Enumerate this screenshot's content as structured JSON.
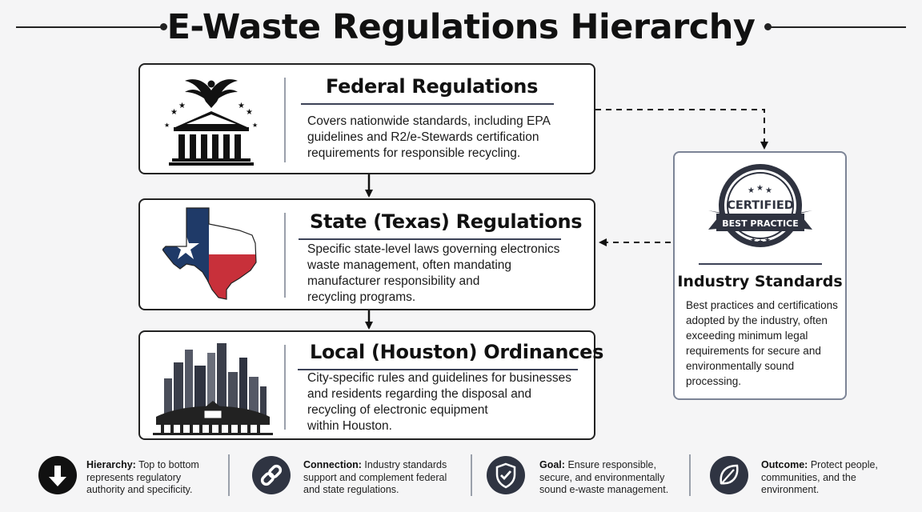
{
  "title": "E-Waste Regulations Hierarchy",
  "federal": {
    "title": "Federal Regulations",
    "lines": [
      "Covers nationwide standards, including EPA",
      "guidelines and R2/e-Stewards certification",
      "requirements for responsible recycling."
    ]
  },
  "state": {
    "title": "State (Texas) Regulations",
    "lines": [
      "Specific state-level laws governing electronics",
      "waste management, often mandating",
      "manufacturer responsibility and",
      "recycling programs."
    ]
  },
  "local": {
    "title": "Local (Houston) Ordinances",
    "lines": [
      "City-specific rules and guidelines for businesses",
      "and residents regarding the disposal and",
      "recycling of electronic equipment",
      "within Houston."
    ]
  },
  "industry": {
    "badge_top": "CERTIFIED",
    "badge_ribbon": "BEST PRACTICE",
    "title": "Industry Standards",
    "lines": [
      "Best practices and certifications",
      "adopted by the industry, often",
      "exceeding minimum legal",
      "requirements for secure and",
      "environmentally sound",
      "processing."
    ]
  },
  "footer": [
    {
      "icon": "arrow-down-icon",
      "label": "Hierarchy:",
      "lines": [
        "Top to bottom",
        "represents regulatory",
        "authority and specificity."
      ]
    },
    {
      "icon": "link-icon",
      "label": "Connection:",
      "lines": [
        "Industry standards",
        "support and complement federal",
        "and state regulations."
      ]
    },
    {
      "icon": "shield-check-icon",
      "label": "Goal:",
      "lines": [
        "Ensure responsible,",
        "secure, and environmentally",
        "sound e-waste management."
      ]
    },
    {
      "icon": "leaf-icon",
      "label": "Outcome:",
      "lines": [
        "Protect people,",
        "communities, and the",
        "environment."
      ]
    }
  ],
  "colors": {
    "texas_blue": "#1f3a68",
    "texas_red": "#c8303a",
    "dark": "#2f3442"
  }
}
